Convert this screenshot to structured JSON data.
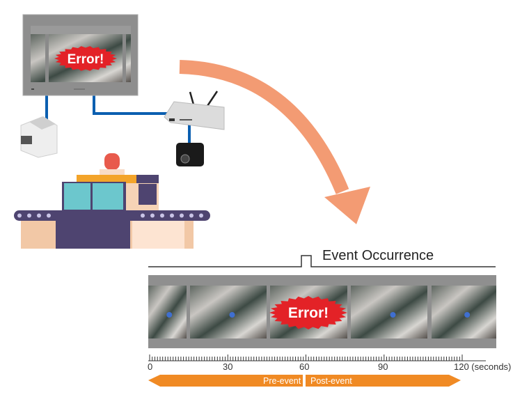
{
  "hmi": {
    "error_label": "Error!"
  },
  "timeline": {
    "event_label": "Event Occurrence",
    "ticks": [
      "0",
      "30",
      "60",
      "90",
      "120 (seconds)"
    ],
    "pre_label": "Pre-event",
    "post_label": "Post-event",
    "frame_error_label": "Error!"
  },
  "colors": {
    "arrow": "#f39b73",
    "timeline_arrow": "#f08a24",
    "error_burst": "#e32227",
    "cable": "#0b5fb0"
  }
}
